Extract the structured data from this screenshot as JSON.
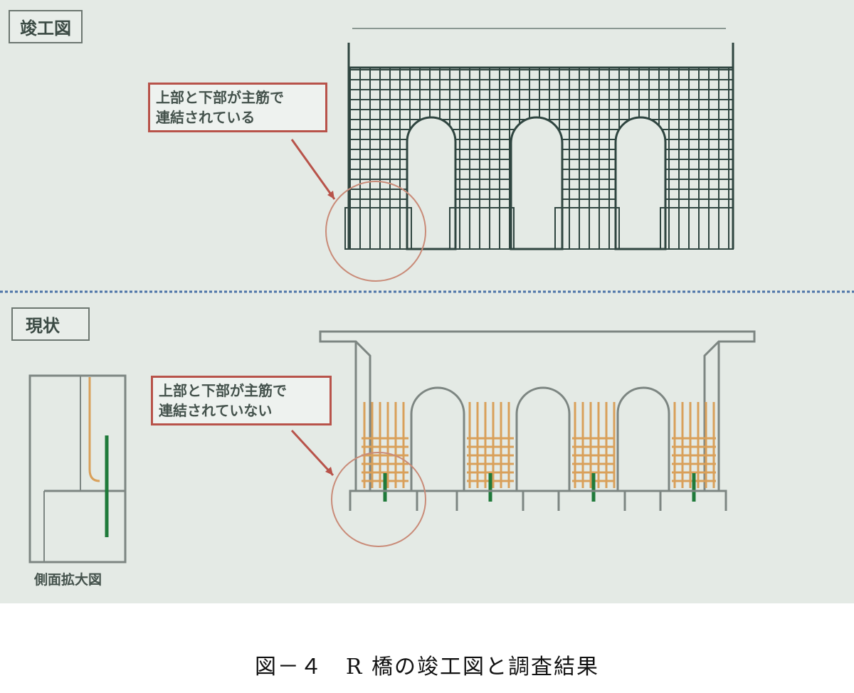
{
  "top_section": {
    "label": "竣工図",
    "callout": [
      "上部と下部が主筋で",
      "連結されている"
    ]
  },
  "bottom_section": {
    "label": "現状",
    "callout": [
      "上部と下部が主筋で",
      "連結されていない"
    ],
    "side_view_caption": "側面拡大図"
  },
  "caption": "図－４　R 橋の竣工図と調査結果",
  "colors": {
    "rebar_orange": "#d9a05a",
    "anchor_green": "#1f7a3a",
    "callout_red": "#b8534a",
    "line_grey": "#7d8682"
  }
}
